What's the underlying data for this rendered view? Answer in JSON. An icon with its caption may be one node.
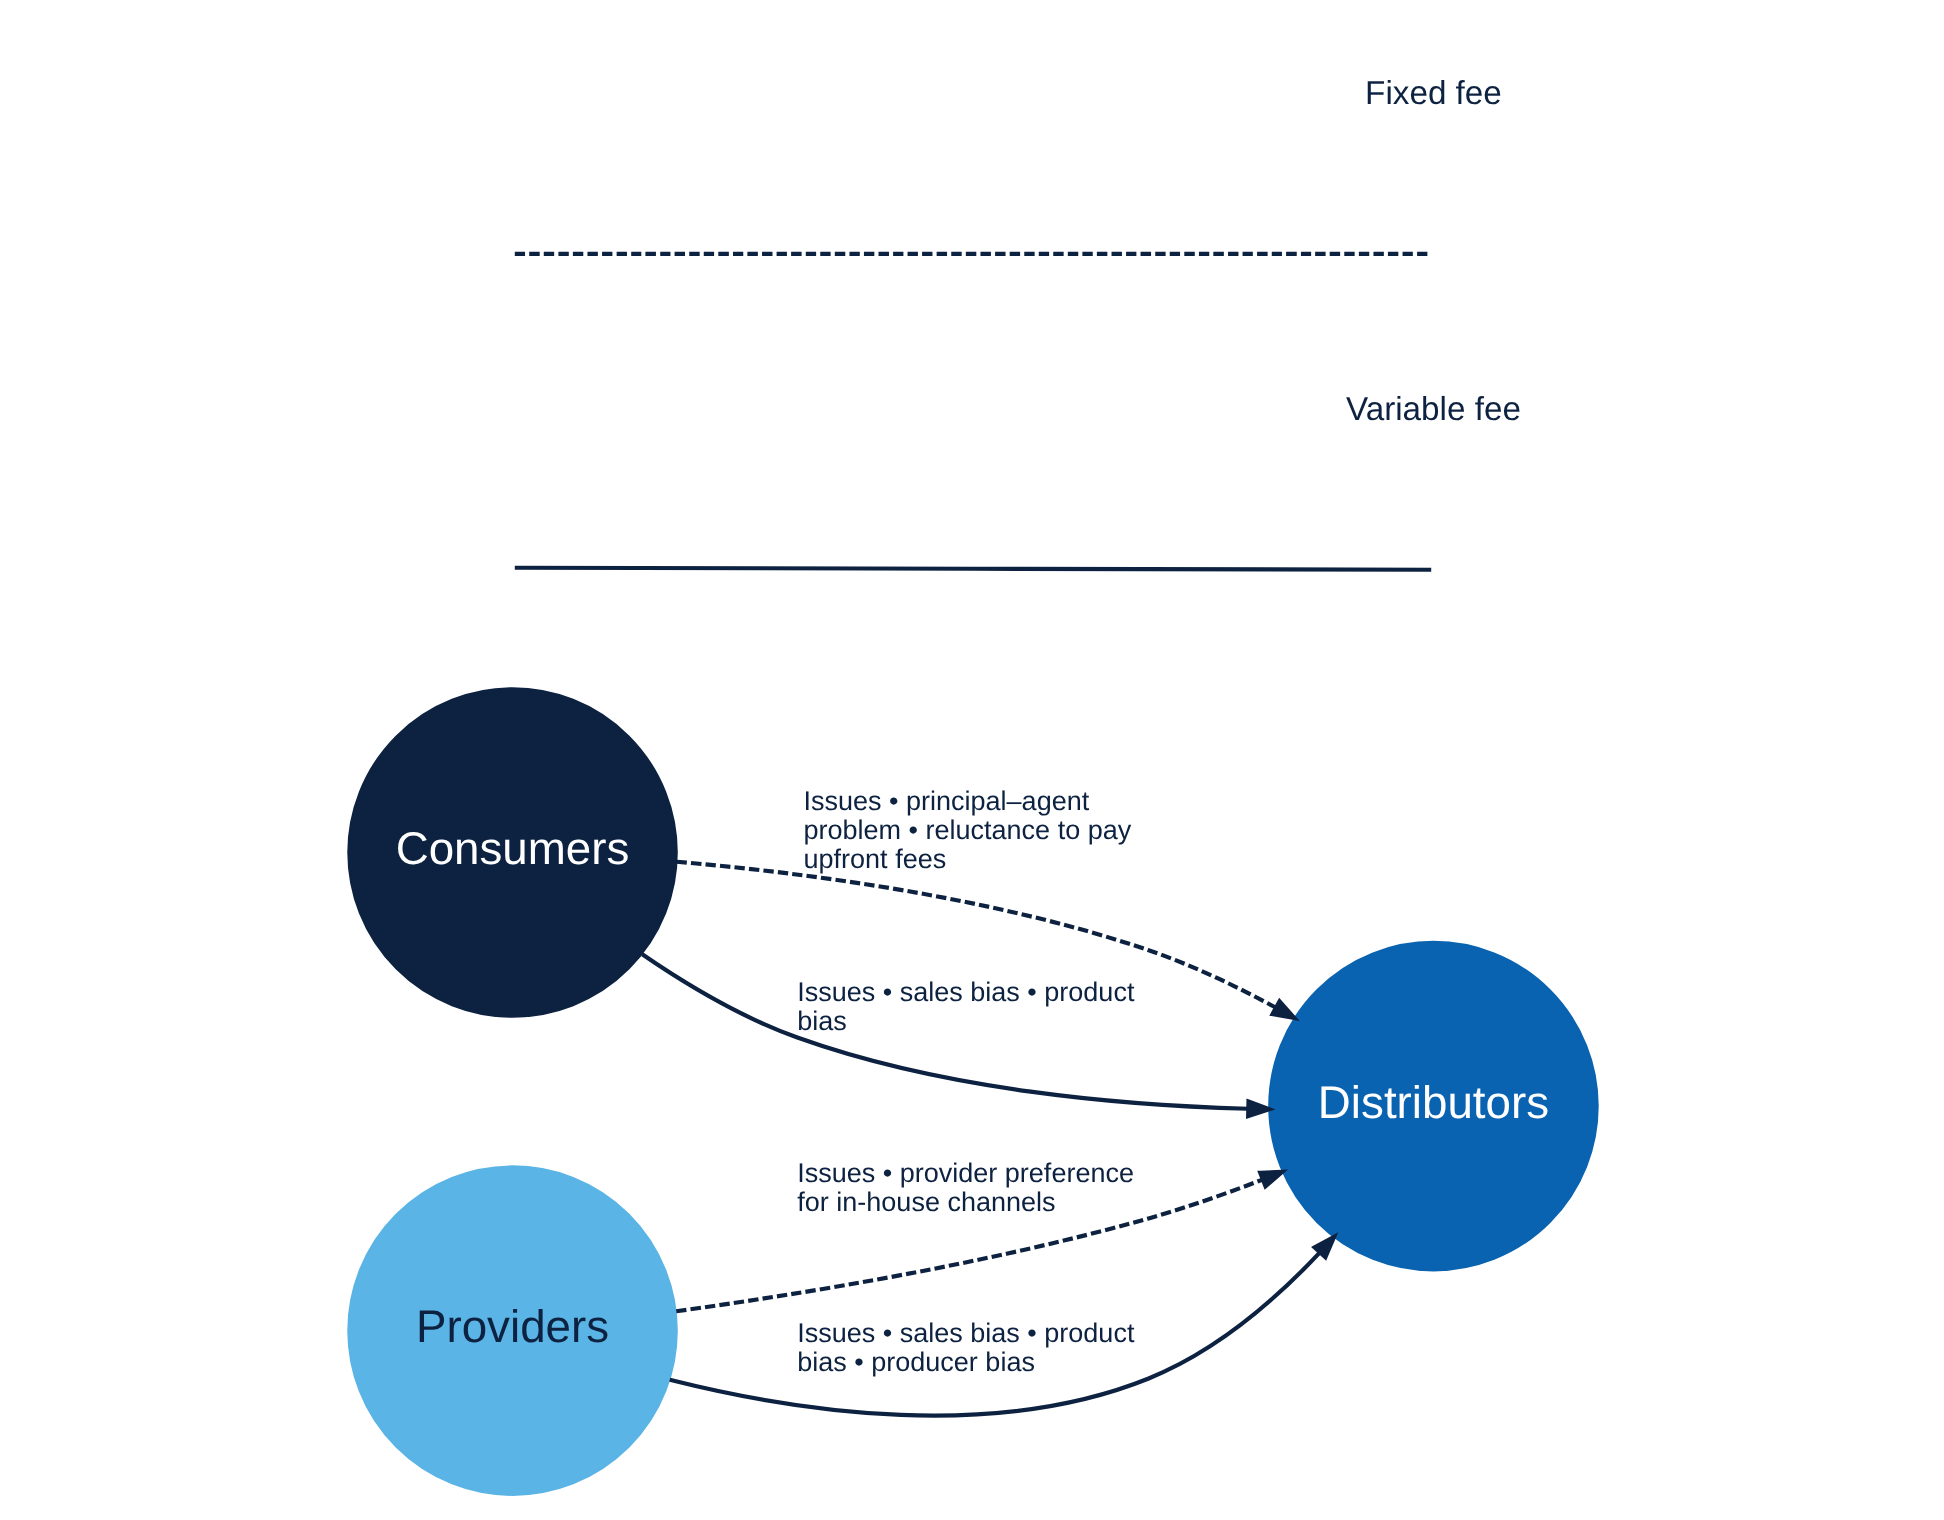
{
  "diagram": {
    "nodes": [
      {
        "text": [
          "Consumers"
        ]
      },
      {
        "text": [
          "Distributors"
        ]
      },
      {
        "text": [
          "Providers"
        ]
      }
    ],
    "edges": [
      {
        "from": 0,
        "to": 1,
        "arrow": "to",
        "style": "dashed",
        "label": "Issues • principal–agent problem • reluctance to pay upfront fees"
      },
      {
        "from": 0,
        "to": 1,
        "arrow": "to",
        "label": "Issues • sales bias • product bias"
      },
      {
        "from": 2,
        "to": 1,
        "arrow": "to",
        "style": "dashed",
        "label": "Issues • provider preference for in-house channels"
      },
      {
        "from": 2,
        "to": 1,
        "arrow": "to",
        "label": "Issues • sales bias • product bias • producer bias"
      }
    ],
    "legend": [
      {
        "text": "Fixed fee"
      },
      {
        "text": "Variable fee"
      }
    ]
  }
}
